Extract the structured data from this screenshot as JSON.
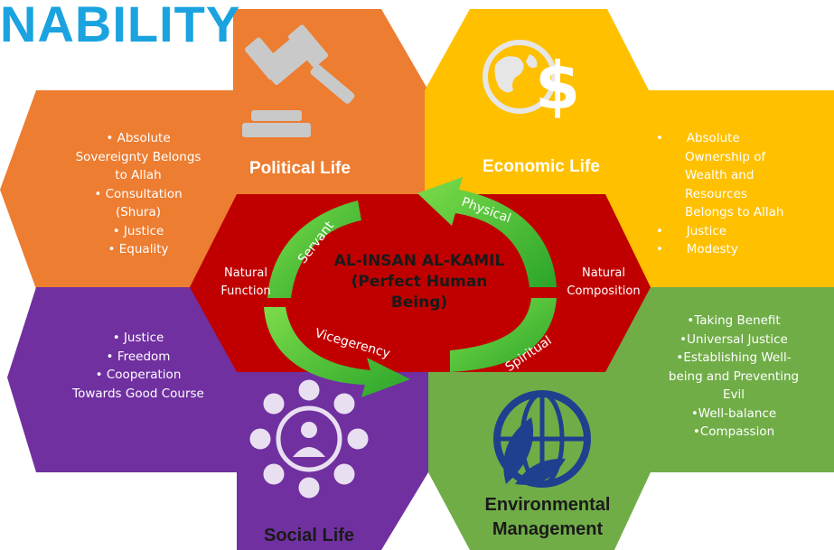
{
  "header": {
    "title": "NABILITY"
  },
  "center": {
    "title_line1": "AL-INSAN AL-KAMIL",
    "title_line2": "(Perfect Human",
    "title_line3": "Being)",
    "left_label_1": "Natural",
    "left_label_2": "Function",
    "right_label_1": "Natural",
    "right_label_2": "Composition",
    "arrows": [
      "Servant",
      "Physical",
      "Vicegerency",
      "Spiritual"
    ]
  },
  "sections": {
    "political": {
      "title": "Political Life",
      "items": [
        "Absolute Sovereignty Belongs to Allah",
        "Consultation (Shura)",
        "Justice",
        "Equality"
      ],
      "icon": "gavel-icon",
      "color": "#ed7d31"
    },
    "economic": {
      "title": "Economic Life",
      "items": [
        "Absolute Ownership of Wealth and Resources Belongs to Allah",
        "Justice",
        "Modesty"
      ],
      "icon": "globe-dollar-icon",
      "color": "#ffc000"
    },
    "social": {
      "title": "Social Life",
      "items": [
        "Justice",
        "Freedom",
        "Cooperation Towards Good Course"
      ],
      "icon": "network-people-icon",
      "color": "#7030a0"
    },
    "environmental": {
      "title_line1": "Environmental",
      "title_line2": "Management",
      "items": [
        "Taking Benefit",
        "Universal Justice",
        "Establishing Well-being and Preventing Evil",
        "Well-balance",
        "Compassion"
      ],
      "icon": "globe-leaf-icon",
      "color": "#70ad47"
    },
    "core": {
      "color": "#c00000"
    }
  }
}
